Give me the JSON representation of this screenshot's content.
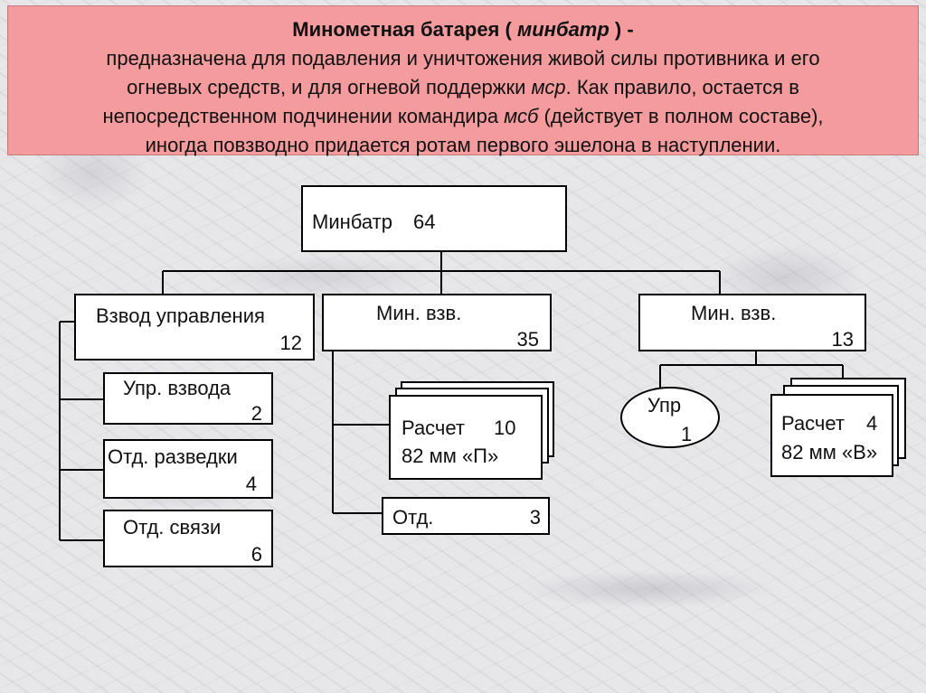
{
  "banner": {
    "title_part1": "Минометная батарея ( ",
    "title_italic": "минбатр",
    "title_part2": " ) -",
    "line1": "предназначена для подавления и уничтожения живой силы противника и его",
    "line2_a": "огневых средств, и для огневой поддержки ",
    "line2_italic": "мср",
    "line2_b": ". Как правило, остается в",
    "line3_a": "непосредственном подчинении командира ",
    "line3_italic": "мсб",
    "line3_b": " (действует в полном составе),",
    "line4": "иногда повзводно придается ротам первого эшелона в наступлении."
  },
  "nodes": {
    "minbatr": {
      "label": "Минбатр",
      "count": "64"
    },
    "control_platoon": {
      "label": "Взвод управления",
      "count": "12"
    },
    "mortar_platoon_1": {
      "label": "Мин. взв.",
      "count": "35"
    },
    "mortar_platoon_2": {
      "label": "Мин. взв.",
      "count": "13"
    },
    "platoon_control": {
      "label": "Упр. взвода",
      "count": "2"
    },
    "recon_squad": {
      "label": "Отд. разведки",
      "count": "4"
    },
    "signal_squad": {
      "label": "Отд. связи",
      "count": "6"
    },
    "crew_1": {
      "label": "Расчет",
      "count": "10",
      "sub": "82 мм «П»"
    },
    "squad": {
      "label": "Отд.",
      "count": "3"
    },
    "ctrl_oval": {
      "label": "Упр",
      "count": "1"
    },
    "crew_2": {
      "label": "Расчет",
      "count": "4",
      "sub": "82 мм «В»"
    }
  }
}
